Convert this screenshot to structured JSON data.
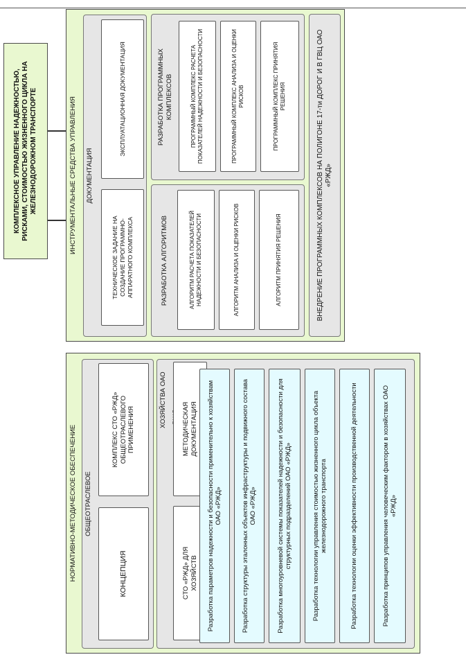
{
  "root": {
    "title": "КОМПЛЕКСНОЕ УПРАВЛЕНИЕ НАДЕЖНОСТЬЮ, РИСКАМИ, СТОИМОСТЬЮ ЖИЗНЕННОГО ЦИКЛА НА ЖЕЛЕЗНОДОРОЖНОМ ТРАНСПОРТЕ"
  },
  "normative": {
    "title": "НОРМАТИВНО-МЕТОДИЧЕСКОЕ ОБЕСПЕЧЕНИЕ",
    "general": {
      "title": "ОБЩЕОТРАСЛЕВОЕ",
      "concept": "КОНЦЕПЦИЯ",
      "complex": "КОМПЛЕКС СТО «РЖД» ОБЩЕОТРАСЛЕВОГО ПРИМЕНЕНИЯ"
    },
    "economy": {
      "title": "ХОЗЯЙСТВА ОАО «РЖД»",
      "sto": "СТО «РЖД» ДЛЯ ХОЗЯЙСТВ",
      "method": "МЕТОДИЧЕСКАЯ ДОКУМЕНТАЦИЯ",
      "items": [
        "Разработка параметров надежности и безопасности применительно к хозяйствам ОАО «РЖД»",
        "Разработка структуры эталонных объектов инфраструктуры и подвижного состава ОАО «РЖД»",
        "Разработка многоуровневой системы показателей надежности и безопасности для структурных подразделений ОАО «РЖД»",
        "Разработка технологии управления стоимостью жизненного цикла объекта железнодорожного транспорта",
        "Разработка технологии оценки эффективности производственной деятельности",
        "Разработка принципов управления человеческим фактором в хозяйствах ОАО «РЖД»"
      ]
    }
  },
  "tools": {
    "title": "ИНСТРУМЕНТАЛЬНЫЕ СРЕДСТВА УПРАВЛЕНИЯ",
    "documentation": {
      "title": "ДОКУМЕНТАЦИЯ",
      "tech_task": "ТЕХНИЧЕСКОЕ ЗАДАНИЕ НА СОЗДАНИЕ ПРОГРАММНО-АППАРАТНОГО КОМПЛЕКСА",
      "exploitation": "ЭКСПЛУАТАЦИОННАЯ ДОКУМЕНТАЦИЯ"
    },
    "algorithms": {
      "title": "РАЗРАБОТКА АЛГОРИТМОВ",
      "items": [
        "АЛГОРИТМ РАСЧЕТА ПОКАЗАТЕЛЕЙ НАДЕЖНОСТИ И БЕЗОПАСНОСТИ",
        "АЛГОРИТМ АНАЛИЗА И ОЦЕНКИ РИСКОВ",
        "АЛГОРИТМ ПРИНЯТИЯ РЕШЕНИЯ"
      ]
    },
    "software": {
      "title": "РАЗРАБОТКА ПРОГРАММНЫХ КОМПЛЕКСОВ",
      "items": [
        "ПРОГРАММНЫЙ КОМПЛЕКС РАСЧЕТА ПОКАЗАТЕЛЕЙ НАДЕЖНОСТИ И БЕЗОПАСНОСТИ",
        "ПРОГРАММНЫЙ КОМПЛЕКС АНАЛИЗА И ОЦЕНКИ РИСКОВ",
        "ПРОГРАММНЫЙ КОМПЛЕКС ПРИНЯТИЯ РЕШЕНИЯ"
      ]
    },
    "implementation": "ВНЕДРЕНИЕ ПРОГРАММНЫХ КОМПЛЕКСОВ НА ПОЛИГОНЕ 17-ти ДОРОГ И В ГВЦ ОАО «РЖД»"
  }
}
